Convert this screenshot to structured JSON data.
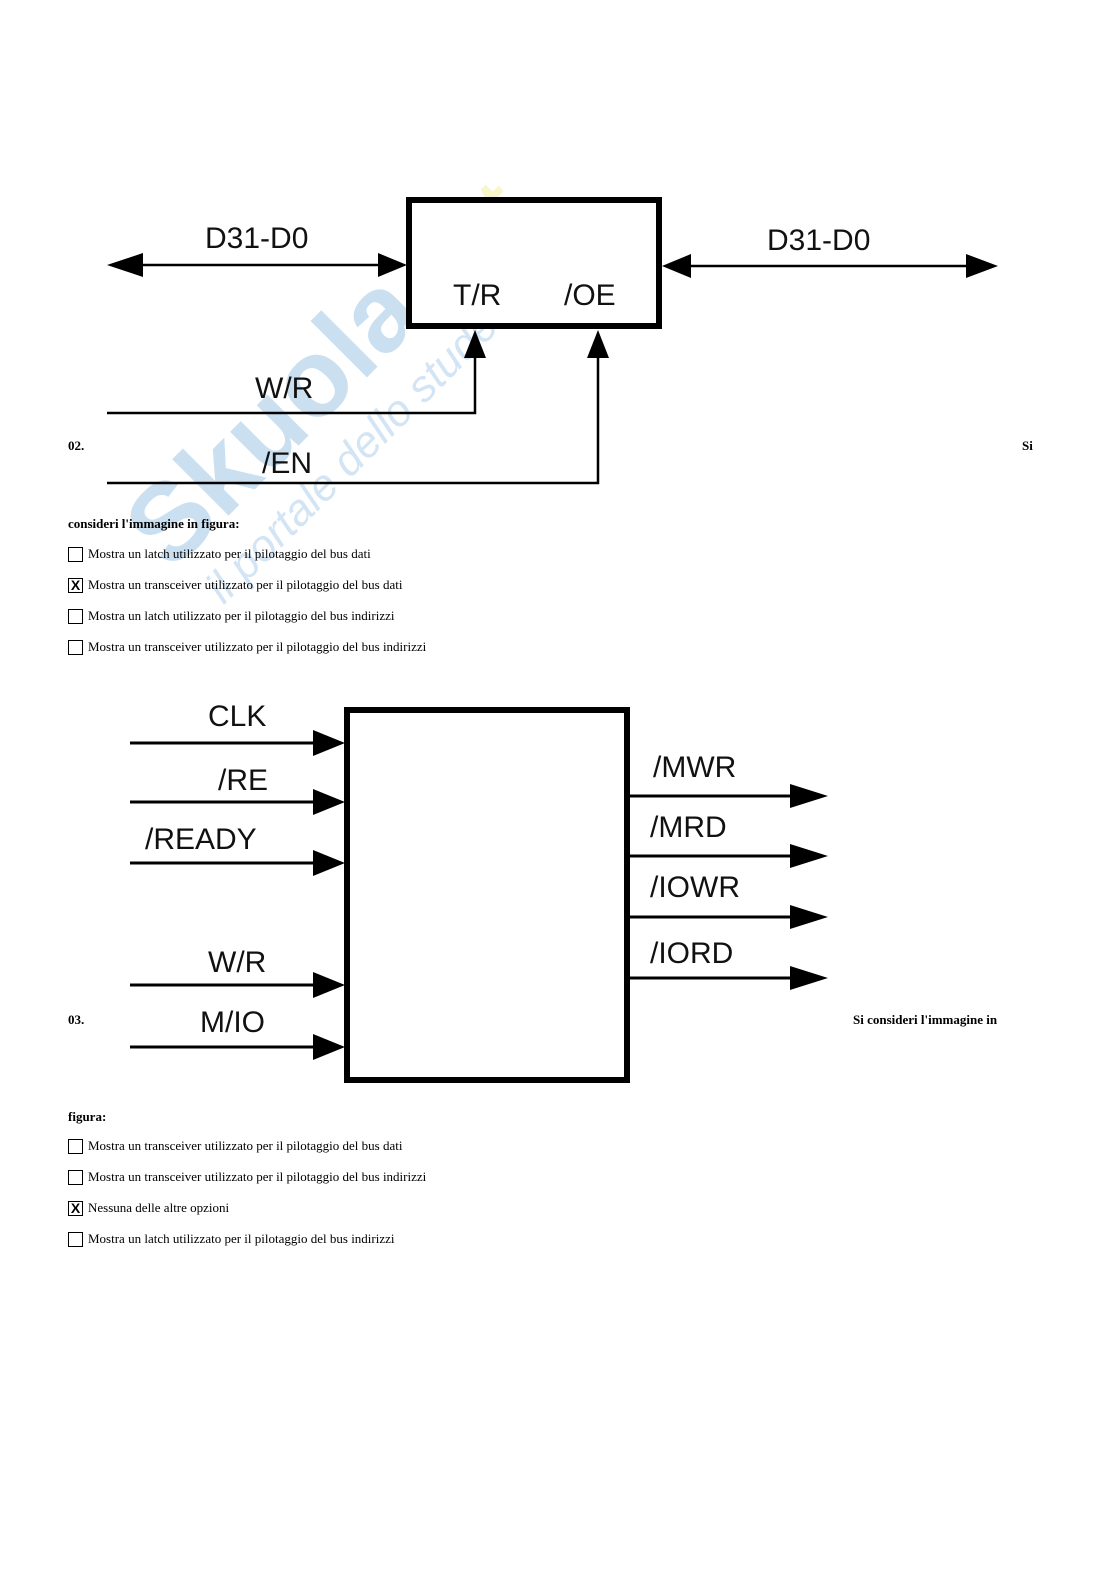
{
  "watermark": {
    "brand": "Skuola",
    "tld": ".net",
    "tagline": "il portale dello studente",
    "colors": {
      "brand": "#9ec6e6",
      "tld": "#f4f0b0"
    }
  },
  "questions": [
    {
      "number": "02.",
      "text_start": "Si",
      "text_continued": "consideri l'immagine in figura:",
      "diagram": {
        "type": "transceiver",
        "left_bus_label": "D31-D0",
        "right_bus_label": "D31-D0",
        "box_pins": [
          "T/R",
          "/OE"
        ],
        "control_inputs": [
          "W/R",
          "/EN"
        ]
      },
      "options": [
        {
          "label": "Mostra un latch utilizzato per il pilotaggio del bus dati",
          "checked": false,
          "mark": ""
        },
        {
          "label": "Mostra un transceiver utilizzato per il pilotaggio del bus dati",
          "checked": true,
          "mark": "X"
        },
        {
          "label": "Mostra un latch utilizzato per il pilotaggio del bus indirizzi",
          "checked": false,
          "mark": ""
        },
        {
          "label": "Mostra un transceiver utilizzato per il pilotaggio del bus indirizzi",
          "checked": false,
          "mark": ""
        }
      ]
    },
    {
      "number": "03.",
      "text_start": "Si consideri l'immagine in",
      "text_continued": "figura:",
      "diagram": {
        "type": "bus-controller",
        "inputs": [
          "CLK",
          "/RE",
          "/READY",
          "W/R",
          "M/IO"
        ],
        "outputs": [
          "/MWR",
          "/MRD",
          "/IOWR",
          "/IORD"
        ]
      },
      "options": [
        {
          "label": "Mostra un transceiver utilizzato per il pilotaggio del bus dati",
          "checked": false,
          "mark": ""
        },
        {
          "label": "Mostra un transceiver utilizzato per il pilotaggio del bus indirizzi",
          "checked": false,
          "mark": ""
        },
        {
          "label": "Nessuna delle altre opzioni",
          "checked": true,
          "mark": "X"
        },
        {
          "label": "Mostra un latch utilizzato per il pilotaggio del bus indirizzi",
          "checked": false,
          "mark": ""
        }
      ]
    }
  ]
}
